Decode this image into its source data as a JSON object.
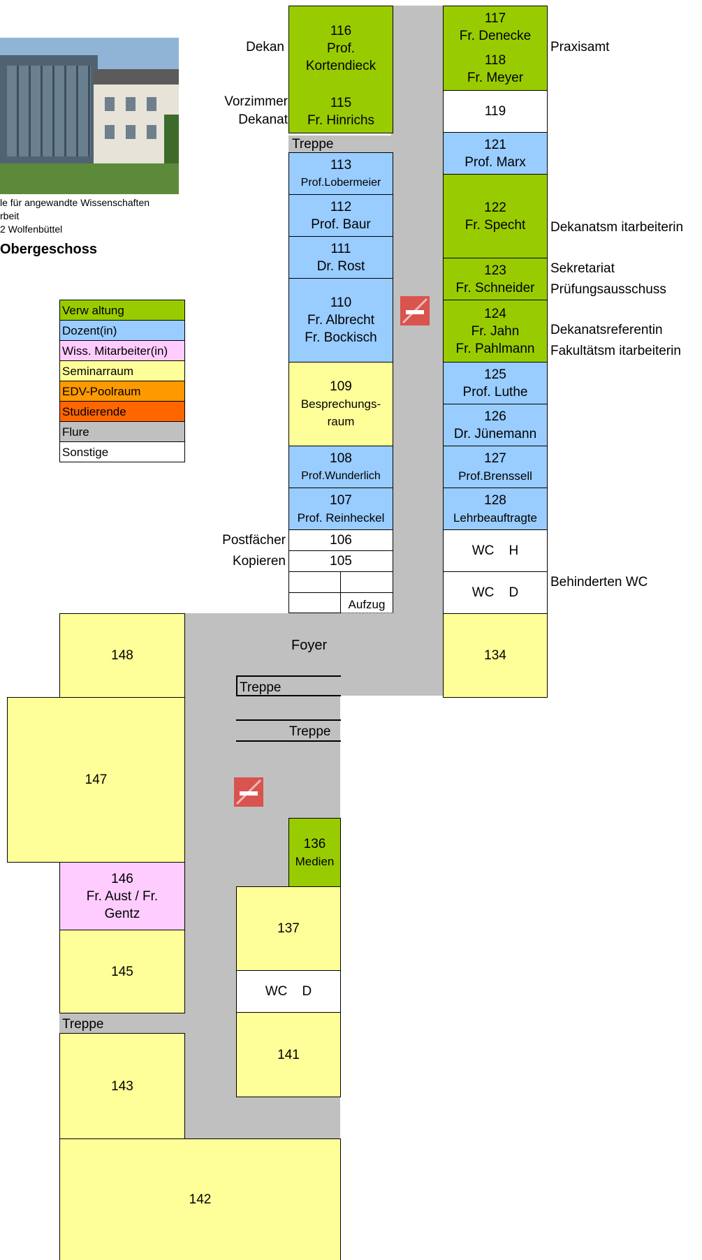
{
  "building_photo": {
    "caption_line1": "le für angewandte Wissenschaften",
    "caption_line2": "rbeit",
    "caption_line3": "2 Wolfenbüttel",
    "floor": "Obergeschoss"
  },
  "legend": [
    {
      "label": "Verw altung",
      "color": "#99cc00"
    },
    {
      "label": "Dozent(in)",
      "color": "#99ccff"
    },
    {
      "label": "Wiss. Mitarbeiter(in)",
      "color": "#ffccff"
    },
    {
      "label": "Seminarraum",
      "color": "#ffff99"
    },
    {
      "label": "EDV-Poolraum",
      "color": "#ff9900"
    },
    {
      "label": "Studierende",
      "color": "#ff6600"
    },
    {
      "label": "Flure",
      "color": "#c0c0c0"
    },
    {
      "label": "Sonstige",
      "color": "#ffffff"
    }
  ],
  "rooms": {
    "r116": [
      "116",
      "Prof.",
      "Kortendieck"
    ],
    "r115": [
      "115",
      "Fr. Hinrichs"
    ],
    "r113": [
      "113",
      "Prof.Lobermeier"
    ],
    "r112": [
      "112",
      "Prof. Baur"
    ],
    "r111": [
      "111",
      "Dr. Rost"
    ],
    "r110": [
      "110",
      "Fr. Albrecht",
      "Fr. Bockisch"
    ],
    "r109": [
      "109",
      "Besprechungs-",
      "raum"
    ],
    "r108": [
      "108",
      "Prof.Wunderlich"
    ],
    "r107": [
      "107",
      "Prof. Reinheckel"
    ],
    "r106": [
      "106"
    ],
    "r105": [
      "105"
    ],
    "aufzug": [
      "Aufzug"
    ],
    "r117": [
      "117",
      "Fr. Denecke"
    ],
    "r118": [
      "118",
      "Fr. Meyer"
    ],
    "r119": [
      "119"
    ],
    "r121": [
      "121",
      "Prof. Marx"
    ],
    "r122": [
      "122",
      "Fr. Specht"
    ],
    "r123": [
      "123",
      "Fr. Schneider"
    ],
    "r124": [
      "124",
      "Fr. Jahn",
      "Fr. Pahlmann"
    ],
    "r125": [
      "125",
      "Prof. Luthe"
    ],
    "r126": [
      "126",
      "Dr. Jünemann"
    ],
    "r127": [
      "127",
      "Prof.Brenssell"
    ],
    "r128": [
      "128",
      "Lehrbeauftragte"
    ],
    "wch": [
      "WC    H"
    ],
    "wcd1": [
      "WC    D"
    ],
    "r134": [
      "134"
    ],
    "r148": [
      "148"
    ],
    "r147": [
      "147"
    ],
    "r146": [
      "146",
      "Fr. Aust / Fr.",
      "Gentz"
    ],
    "r145": [
      "145"
    ],
    "r143": [
      "143"
    ],
    "r142": [
      "142"
    ],
    "r136": [
      "136",
      "Medien"
    ],
    "r137": [
      "137"
    ],
    "wcd2": [
      "WC    D"
    ],
    "r141": [
      "141"
    ]
  },
  "labels": {
    "dekan": "Dekan",
    "vorzimmer": "Vorzimmer",
    "dekanat": "Dekanat",
    "treppe_top": "Treppe",
    "postfaecher": "Postfächer",
    "kopieren": "Kopieren",
    "praxisamt": "Praxisamt",
    "dekanatsmitarbeiterin": "Dekanatsm itarbeiterin",
    "sekretariat": "Sekretariat",
    "pruefungsausschuss": "Prüfungsausschuss",
    "dekanatsreferentin": "Dekanatsreferentin",
    "fakultaetsmitarbeiterin": "Fakultätsm itarbeiterin",
    "behinderten_wc": "Behinderten WC",
    "foyer": "Foyer",
    "treppe_foyer1": "Treppe",
    "treppe_foyer2": "Treppe",
    "treppe_bottom": "Treppe"
  }
}
